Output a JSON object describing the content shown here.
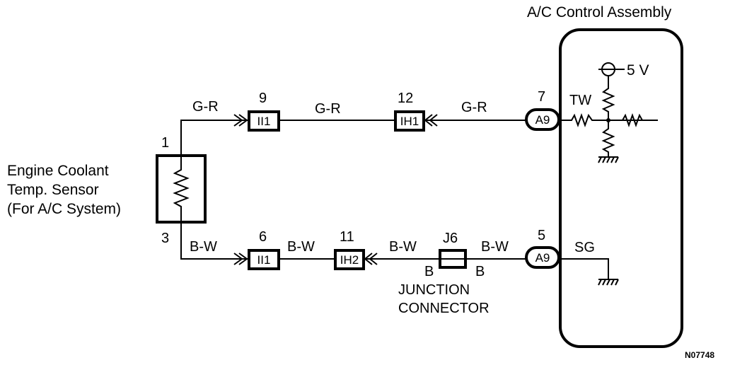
{
  "assembly": {
    "title": "A/C Control Assembly",
    "supply": "5 V",
    "tw": "TW",
    "sg": "SG"
  },
  "sensor": {
    "lines": [
      "Engine Coolant",
      "Temp. Sensor",
      "(For A/C System)"
    ],
    "pin_top": "1",
    "pin_bottom": "3"
  },
  "top_circuit": {
    "wire_1": "G-R",
    "wire_2": "G-R",
    "wire_3": "G-R",
    "conn_1": {
      "pin": "9",
      "label": "II1"
    },
    "conn_2": {
      "pin": "12",
      "label": "IH1"
    },
    "conn_3": {
      "pin": "7",
      "label": "A9"
    }
  },
  "bottom_circuit": {
    "wire_1": "B-W",
    "wire_2": "B-W",
    "wire_3": "B-W",
    "wire_4": "B-W",
    "conn_1": {
      "pin": "6",
      "label": "II1"
    },
    "conn_2": {
      "pin": "11",
      "label": "IH2"
    },
    "conn_3": {
      "pin": "5",
      "label": "A9"
    },
    "junction": {
      "id": "J6",
      "left": "B",
      "right": "B",
      "line1": "JUNCTION",
      "line2": "CONNECTOR"
    }
  },
  "figure_code": "N07748"
}
